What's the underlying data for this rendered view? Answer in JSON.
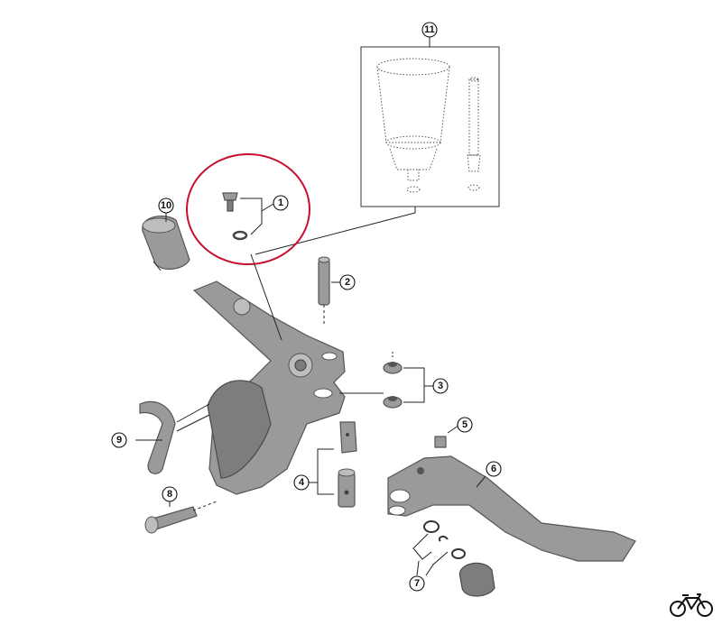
{
  "callouts": [
    {
      "id": "1",
      "label": "1"
    },
    {
      "id": "2",
      "label": "2"
    },
    {
      "id": "3",
      "label": "3"
    },
    {
      "id": "4",
      "label": "4"
    },
    {
      "id": "5",
      "label": "5"
    },
    {
      "id": "6",
      "label": "6"
    },
    {
      "id": "7",
      "label": "7"
    },
    {
      "id": "8",
      "label": "8"
    },
    {
      "id": "9",
      "label": "9"
    },
    {
      "id": "10",
      "label": "10"
    },
    {
      "id": "11",
      "label": "11"
    }
  ],
  "highlight": {
    "color": "#c8102e",
    "target": "1"
  },
  "logo": {
    "icon": "bicycle-icon"
  }
}
